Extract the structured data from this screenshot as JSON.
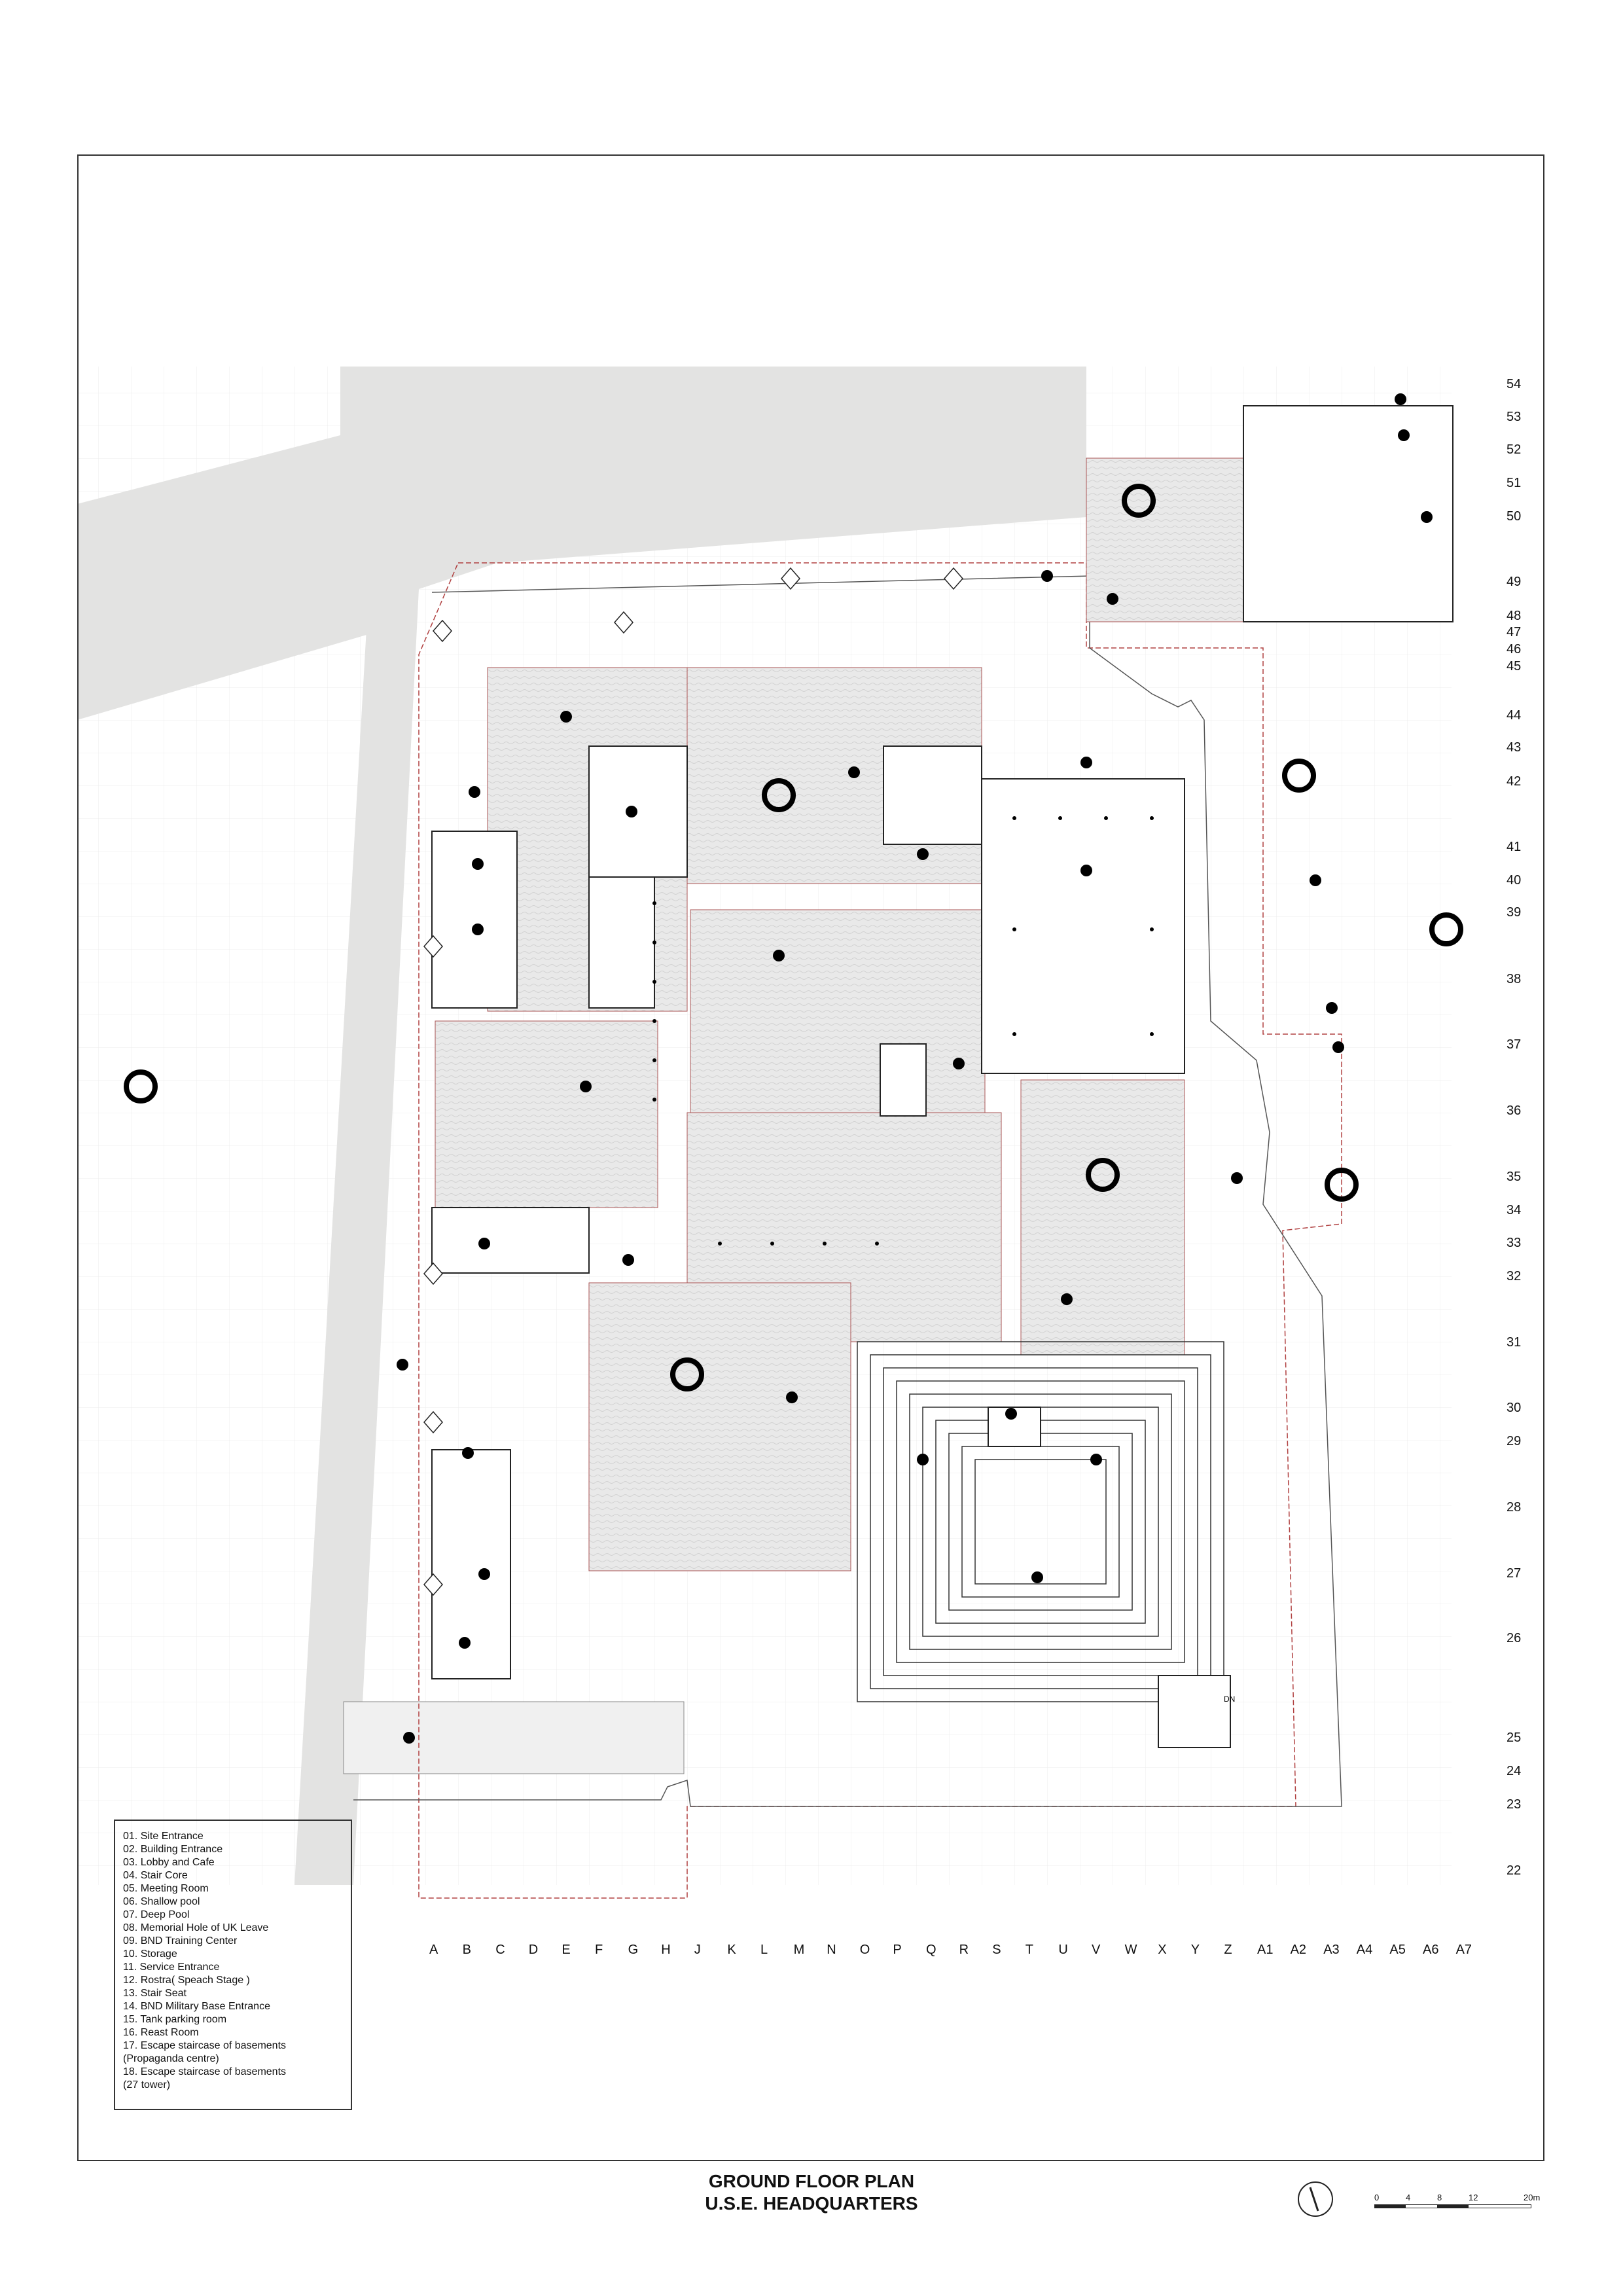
{
  "title": {
    "line1": "GROUND FLOOR PLAN",
    "line2": "U.S.E. HEADQUARTERS"
  },
  "legend": [
    "01. Site Entrance",
    "02. Building Entrance",
    "03. Lobby and Cafe",
    "04. Stair Core",
    "05. Meeting Room",
    "06. Shallow pool",
    "07. Deep Pool",
    "08. Memorial Hole of UK Leave",
    "09. BND Training Center",
    "10. Storage",
    "11. Service Entrance",
    "12. Rostra( Speach Stage )",
    "13. Stair Seat",
    "14. BND Military Base Entrance",
    "15. Tank parking room",
    "16. Reast Room",
    "17. Escape staircase of basements",
    "(Propaganda centre)",
    "18. Escape staircase of basements",
    "(27 tower)"
  ],
  "grid_columns": [
    "A",
    "B",
    "C",
    "D",
    "E",
    "F",
    "G",
    "H",
    "J",
    "K",
    "L",
    "M",
    "N",
    "O",
    "P",
    "Q",
    "R",
    "S",
    "T",
    "U",
    "V",
    "W",
    "X",
    "Y",
    "Z",
    "A1",
    "A2",
    "A3",
    "A4",
    "A5",
    "A6",
    "A7"
  ],
  "grid_rows": [
    "54",
    "53",
    "52",
    "51",
    "50",
    "49",
    "48",
    "47",
    "46",
    "45",
    "44",
    "43",
    "42",
    "41",
    "40",
    "39",
    "38",
    "37",
    "36",
    "35",
    "34",
    "33",
    "32",
    "31",
    "30",
    "29",
    "28",
    "27",
    "26",
    "25",
    "24",
    "23",
    "22"
  ],
  "scale_bar": [
    "0",
    "4",
    "8",
    "12",
    "20m"
  ],
  "stair_marker": "DN",
  "colors": {
    "pool": "#e6e6e6",
    "road": "#e3e3e2",
    "line": "#222222",
    "boundary": "#b04040"
  },
  "icons": {
    "north": "north-arrow-icon"
  }
}
